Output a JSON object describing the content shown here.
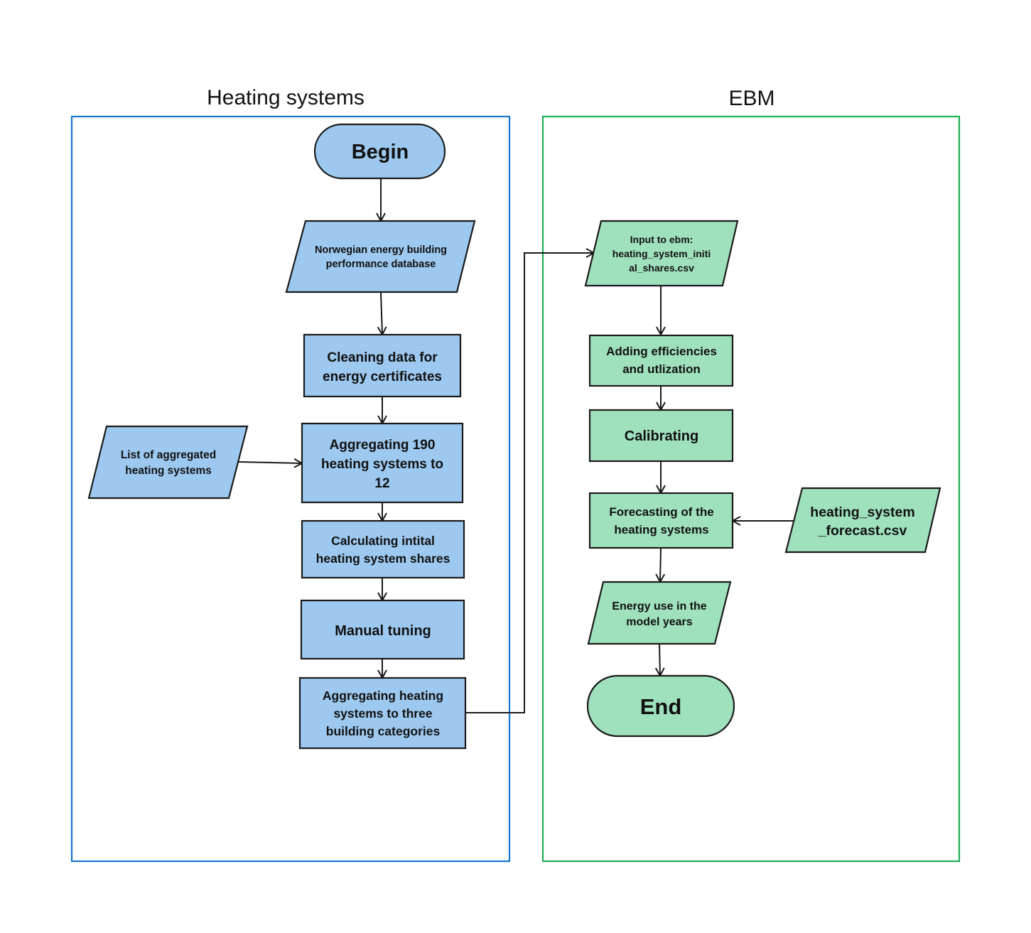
{
  "colors": {
    "heating_lane_border": "#1777cf",
    "ebm_lane_border": "#1fae55",
    "blue_node": "#9dc8ef",
    "green_node": "#9fe0bd",
    "stroke": "#1a1a1a"
  },
  "lanes": {
    "heating": {
      "title": "Heating systems"
    },
    "ebm": {
      "title": "EBM"
    }
  },
  "nodes": {
    "begin": {
      "shape": "terminal",
      "lines": [
        "Begin"
      ]
    },
    "norwegian_db": {
      "shape": "data",
      "lines": [
        "Norwegian energy building",
        "performance database"
      ]
    },
    "cleaning": {
      "shape": "process",
      "lines": [
        "Cleaning data for",
        "energy certificates"
      ]
    },
    "list_aggregated": {
      "shape": "data",
      "lines": [
        "List of aggregated",
        "heating systems"
      ]
    },
    "aggregating_190": {
      "shape": "process",
      "lines": [
        "Aggregating 190",
        "heating systems to",
        "12"
      ]
    },
    "calculating": {
      "shape": "process",
      "lines": [
        "Calculating intital",
        "heating system shares"
      ]
    },
    "manual_tuning": {
      "shape": "process",
      "lines": [
        "Manual tuning"
      ]
    },
    "aggregating_three": {
      "shape": "process",
      "lines": [
        "Aggregating heating",
        "systems to three",
        "building categories"
      ]
    },
    "input_ebm": {
      "shape": "data",
      "lines": [
        "Input to ebm:",
        "heating_system_initi",
        "al_shares.csv"
      ]
    },
    "adding_eff": {
      "shape": "process",
      "lines": [
        "Adding efficiencies",
        "and utlization"
      ]
    },
    "calibrating": {
      "shape": "process",
      "lines": [
        "Calibrating"
      ]
    },
    "forecasting": {
      "shape": "process",
      "lines": [
        "Forecasting of the",
        "heating systems"
      ]
    },
    "forecast_csv": {
      "shape": "data",
      "lines": [
        "heating_system",
        "_forecast.csv"
      ]
    },
    "energy_use": {
      "shape": "data",
      "lines": [
        "Energy use in the",
        "model years"
      ]
    },
    "end": {
      "shape": "terminal",
      "lines": [
        "End"
      ]
    }
  },
  "edges": [
    {
      "from": "begin",
      "to": "norwegian_db"
    },
    {
      "from": "norwegian_db",
      "to": "cleaning"
    },
    {
      "from": "cleaning",
      "to": "aggregating_190"
    },
    {
      "from": "list_aggregated",
      "to": "aggregating_190"
    },
    {
      "from": "aggregating_190",
      "to": "calculating"
    },
    {
      "from": "calculating",
      "to": "manual_tuning"
    },
    {
      "from": "manual_tuning",
      "to": "aggregating_three"
    },
    {
      "from": "aggregating_three",
      "to": "input_ebm"
    },
    {
      "from": "input_ebm",
      "to": "adding_eff"
    },
    {
      "from": "adding_eff",
      "to": "calibrating"
    },
    {
      "from": "calibrating",
      "to": "forecasting"
    },
    {
      "from": "forecast_csv",
      "to": "forecasting"
    },
    {
      "from": "forecasting",
      "to": "energy_use"
    },
    {
      "from": "energy_use",
      "to": "end"
    }
  ]
}
